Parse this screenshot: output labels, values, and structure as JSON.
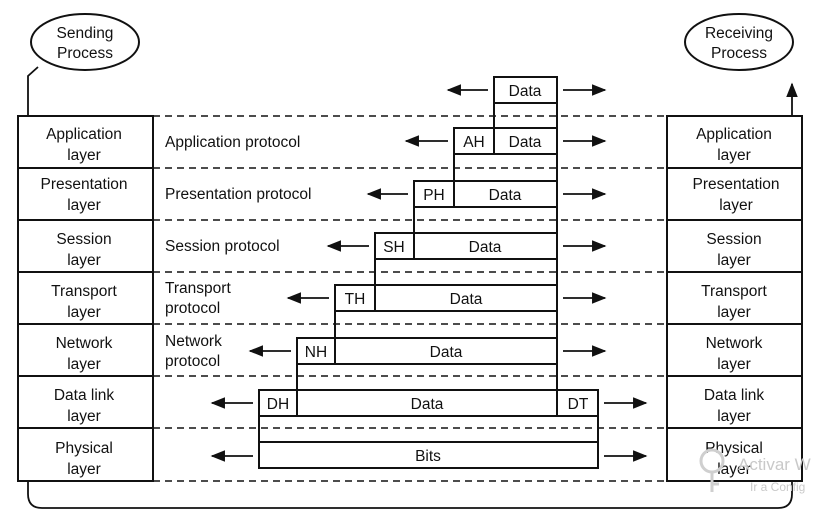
{
  "sending_process": {
    "line1": "Sending",
    "line2": "Process"
  },
  "receiving_process": {
    "line1": "Receiving",
    "line2": "Process"
  },
  "left_layers": [
    {
      "line1": "Application",
      "line2": "layer"
    },
    {
      "line1": "Presentation",
      "line2": "layer"
    },
    {
      "line1": "Session",
      "line2": "layer"
    },
    {
      "line1": "Transport",
      "line2": "layer"
    },
    {
      "line1": "Network",
      "line2": "layer"
    },
    {
      "line1": "Data link",
      "line2": "layer"
    },
    {
      "line1": "Physical",
      "line2": "layer"
    }
  ],
  "right_layers": [
    {
      "line1": "Application",
      "line2": "layer"
    },
    {
      "line1": "Presentation",
      "line2": "layer"
    },
    {
      "line1": "Session",
      "line2": "layer"
    },
    {
      "line1": "Transport",
      "line2": "layer"
    },
    {
      "line1": "Network",
      "line2": "layer"
    },
    {
      "line1": "Data link",
      "line2": "layer"
    },
    {
      "line1": "Physical",
      "line2": "layer"
    }
  ],
  "protocols": {
    "application": "Application protocol",
    "presentation": "Presentation protocol",
    "session": "Session protocol",
    "transport_line1": "Transport",
    "transport_line2": "protocol",
    "network_line1": "Network",
    "network_line2": "protocol"
  },
  "headers": {
    "ah": "AH",
    "ph": "PH",
    "sh": "SH",
    "th": "TH",
    "nh": "NH",
    "dh": "DH",
    "dt": "DT"
  },
  "data_label": "Data",
  "bits_label": "Bits",
  "watermark": {
    "line1": "Activar W",
    "line2": "Ir a Config"
  }
}
